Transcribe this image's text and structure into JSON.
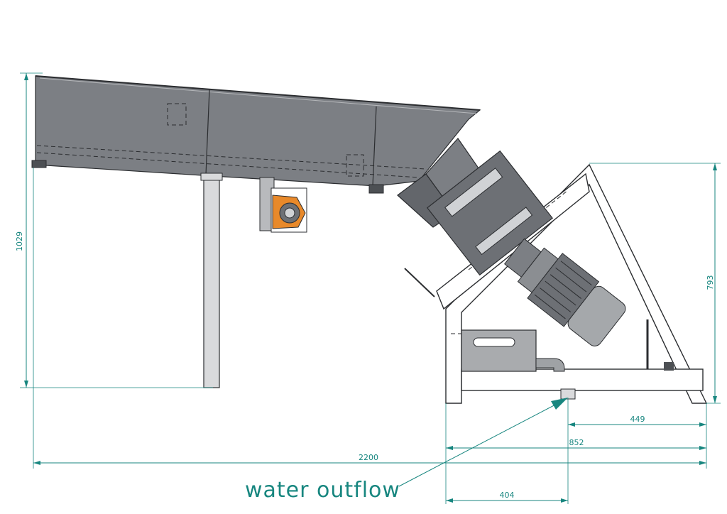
{
  "dimensions": {
    "height_left": "1029",
    "height_right": "793",
    "total_width": "2200",
    "frame_width": "852",
    "outflow_to_right": "449",
    "outflow_to_left": "404"
  },
  "callout": {
    "water_outflow": "water outflow"
  },
  "colors": {
    "dimension": "#17867f",
    "steel": "#7c7f84",
    "motor_accent": "#e8892a",
    "outline": "#2b2d30"
  }
}
